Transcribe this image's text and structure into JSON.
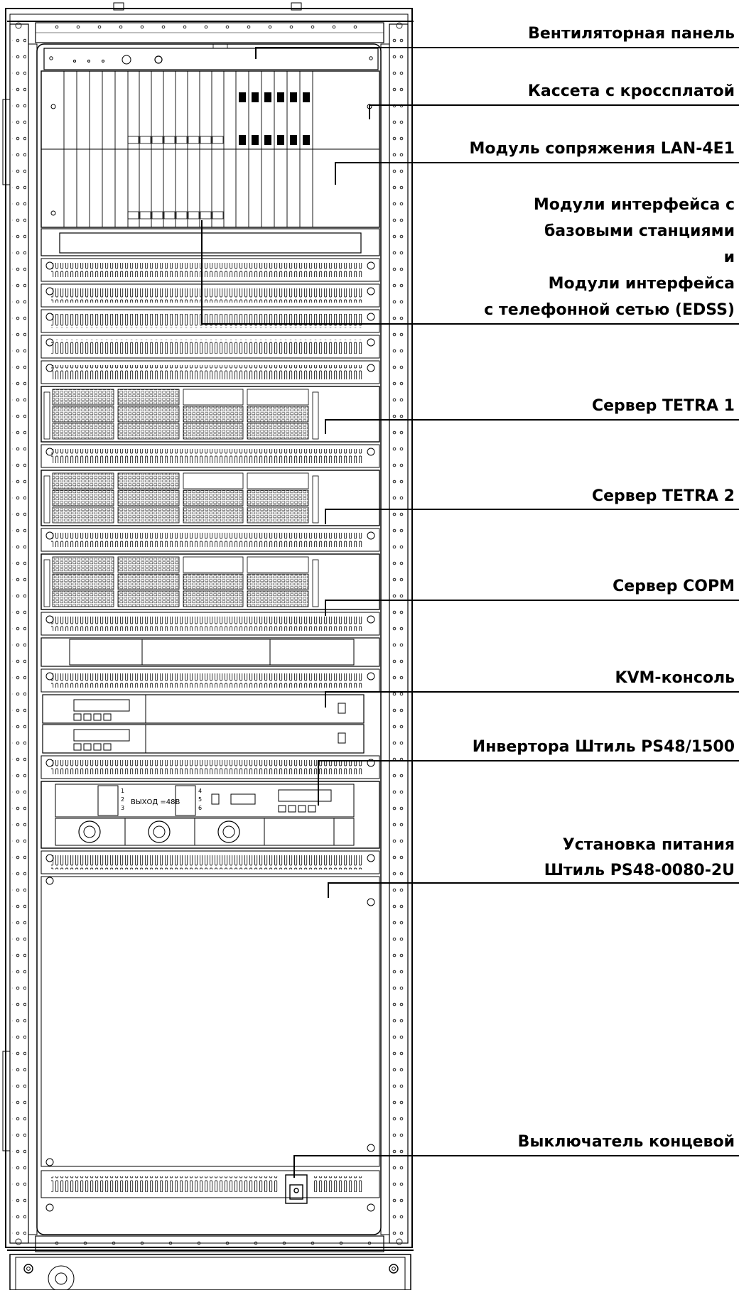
{
  "labels": {
    "fan_panel": "Вентиляторная панель",
    "cassette": "Кассета с кроссплатой",
    "lan_module": "Модуль сопряжения LAN-4E1",
    "interface_modules": [
      "Модули интерфейса с",
      "базовыми станциями",
      "и",
      "Модули интерфейса",
      "с телефонной сетью (EDSS)"
    ],
    "server1": "Сервер TETRA 1",
    "server2": "Сервер TETRA 2",
    "server_sorm": "Сервер СОРМ",
    "kvm": "KVM-консоль",
    "inverter": "Инвертора Штиль PS48/1500",
    "power_unit": [
      "Установка питания",
      "Штиль PS48-0080-2U"
    ],
    "switch": "Выключатель концевой",
    "psu_output_label": "ВЫХОД =48В",
    "psu_channels_left": [
      "1",
      "2",
      "3"
    ],
    "psu_channels_right": [
      "4",
      "5",
      "6"
    ]
  }
}
